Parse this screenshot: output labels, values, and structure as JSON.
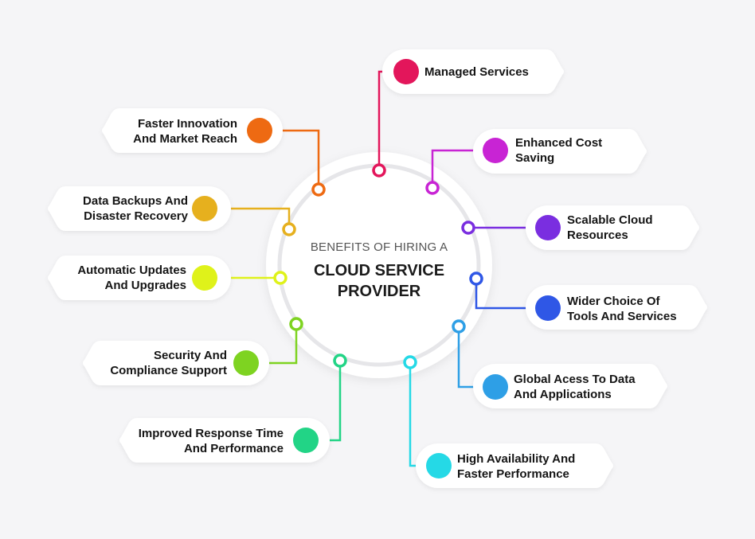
{
  "center": {
    "subtitle": "BENEFITS OF HIRING A",
    "title": "CLOUD SERVICE\nPROVIDER"
  },
  "items": [
    {
      "id": "managed-services",
      "text": "Managed Services",
      "color": "#e3165b"
    },
    {
      "id": "enhanced-cost-saving",
      "text": "Enhanced Cost\nSaving",
      "color": "#c824d4"
    },
    {
      "id": "scalable-cloud-resources",
      "text": "Scalable Cloud\nResources",
      "color": "#7a2ee0"
    },
    {
      "id": "wider-choice",
      "text": "Wider Choice Of\nTools And Services",
      "color": "#2f57e6"
    },
    {
      "id": "global-access",
      "text": "Global Acess To Data\nAnd Applications",
      "color": "#2e9fe6"
    },
    {
      "id": "high-availability",
      "text": "High Availability And\nFaster Performance",
      "color": "#25d9e6"
    },
    {
      "id": "improved-response",
      "text": "Improved Response Time\nAnd Performance",
      "color": "#22d486"
    },
    {
      "id": "security-compliance",
      "text": "Security And\nCompliance Support",
      "color": "#7ed321"
    },
    {
      "id": "automatic-updates",
      "text": "Automatic Updates\nAnd Upgrades",
      "color": "#dff21a"
    },
    {
      "id": "data-backups",
      "text": "Data Backups And\nDisaster Recovery",
      "color": "#e6b01e"
    },
    {
      "id": "faster-innovation",
      "text": "Faster Innovation\nAnd Market Reach",
      "color": "#ee6a12"
    }
  ]
}
